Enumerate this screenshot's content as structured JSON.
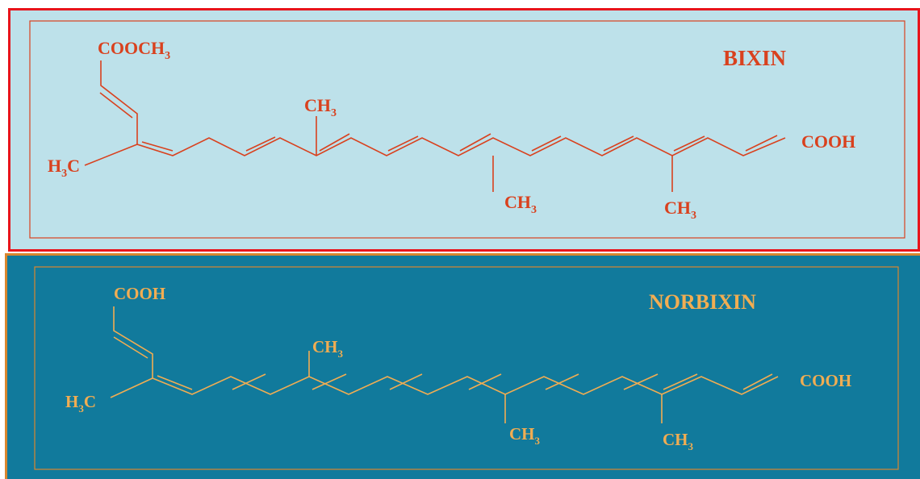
{
  "colors": {
    "bixin_background": "#bde1ea",
    "bixin_border": "#e8141b",
    "bixin_ink": "#d9411e",
    "norbixin_background": "#117a9c",
    "norbixin_border": "#d9862e",
    "norbixin_ink": "#f1ad52"
  },
  "bixin": {
    "title": "BIXIN",
    "top_group": {
      "base": "COOCH",
      "sub": "3"
    },
    "left_group": {
      "base": "H",
      "sub": "3",
      "tail": "C"
    },
    "right_group": "COOH",
    "methyl_up": {
      "base": "CH",
      "sub": "3"
    },
    "methyl_down_1": {
      "base": "CH",
      "sub": "3"
    },
    "methyl_down_2": {
      "base": "CH",
      "sub": "3"
    }
  },
  "norbixin": {
    "title": "NORBIXIN",
    "top_group": "COOH",
    "left_group": {
      "base": "H",
      "sub": "3",
      "tail": "C"
    },
    "right_group": "COOH",
    "methyl_up": {
      "base": "CH",
      "sub": "3"
    },
    "methyl_down_1": {
      "base": "CH",
      "sub": "3"
    },
    "methyl_down_2": {
      "base": "CH",
      "sub": "3"
    }
  }
}
